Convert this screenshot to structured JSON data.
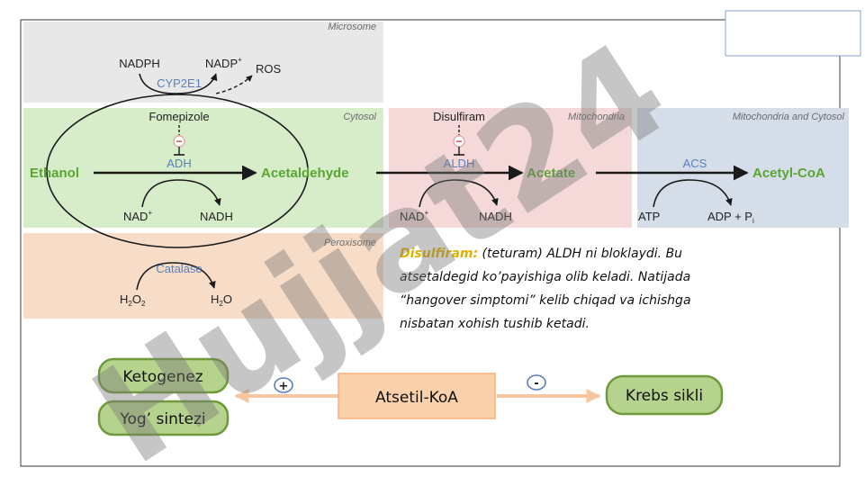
{
  "compartments": {
    "microsome": "Microsome",
    "cytosol": "Cytosol",
    "mitochondria": "Mitochondria",
    "mito_cytosol": "Mitochondria and Cytosol",
    "peroxisome": "Peroxisome"
  },
  "metabolites": {
    "ethanol": "Ethanol",
    "acetaldehyde": "Acetaldehyde",
    "acetate": "Acetate",
    "acetyl_coa": "Acetyl-CoA"
  },
  "enzymes": {
    "cyp2e1": "CYP2E1",
    "adh": "ADH",
    "aldh": "ALDH",
    "acs": "ACS",
    "catalase": "Catalase"
  },
  "inhibitors": {
    "fomepizole": "Fomepizole",
    "disulfiram": "Disulfiram",
    "minus": "−"
  },
  "cofactors": {
    "nadph": "NADPH",
    "nadp": "NADP",
    "nadp_sup": "+",
    "ros": "ROS",
    "nad_adh": "NAD",
    "nad_sup": "+",
    "nadh_adh": "NADH",
    "nad_aldh": "NAD",
    "nadh_aldh": "NADH",
    "atp": "ATP",
    "adp": "ADP + P",
    "adp_sub": "i",
    "h2o2_h": "H",
    "h2o2_sub1": "2",
    "h2o2_o": "O",
    "h2o2_sub2": "2",
    "h2o_h": "H",
    "h2o_sub": "2",
    "h2o_o": "O"
  },
  "note": {
    "highlight": "Disulfiram:",
    "line1": " (teturam) ALDH ni bloklaydi. Bu",
    "line2": "atsetaldegid ko’payishiga olib keladi. Natijada",
    "line3": "“hangover simptomi” kelib chiqad va ichishga",
    "line4": "nisbatan xohish tushib ketadi."
  },
  "bottom": {
    "ketogenez": "Ketogenez",
    "yog_sintezi": "Yog’ sintezi",
    "atsetil_koa": "Atsetil-KoA",
    "krebs": "Krebs sikli",
    "plus": "+",
    "minus": "-"
  },
  "watermark": "Hujjat24",
  "colors": {
    "microsome_bg": "#e8e8e8",
    "cytosol_bg": "#d7ecc9",
    "mito_bg": "#f5d9d9",
    "mito_cytosol_bg": "#d5dde9",
    "peroxisome_bg": "#f7dcc7",
    "metabolite_green": "#5aa532",
    "enzyme_blue": "#5b7fbd",
    "pill_fill": "#b5d38d",
    "pill_stroke": "#6f9a3a",
    "box_fill": "#fad1aa",
    "arrow_peach": "#f6c6a0",
    "watermark_purple": "#c8a4ff"
  }
}
